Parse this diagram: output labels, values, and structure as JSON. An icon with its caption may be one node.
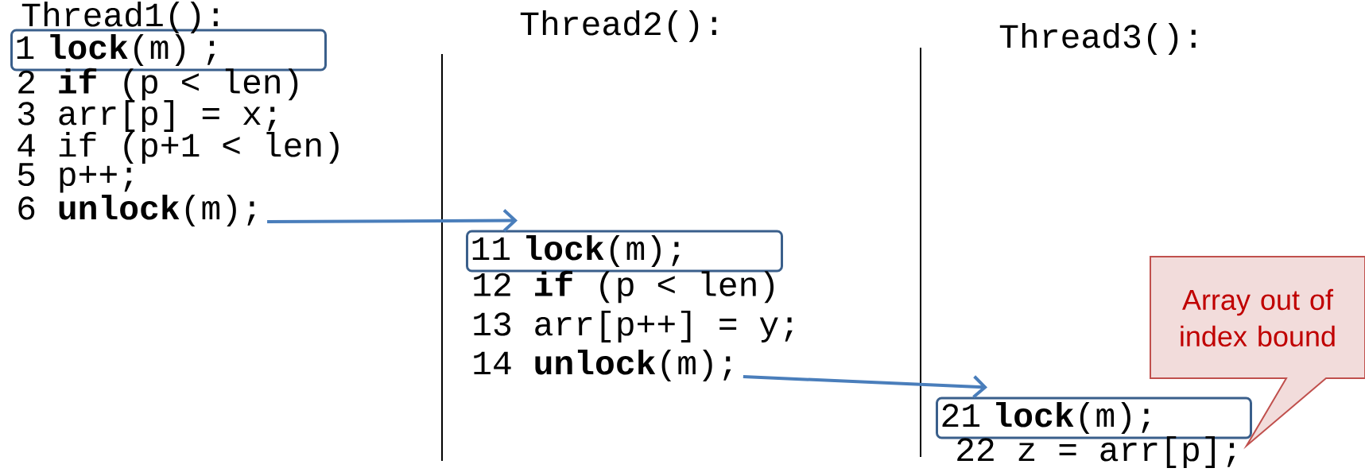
{
  "diagram": {
    "nodes": [
      {
        "text": [
          "1 **lock**(m) ;"
        ]
      },
      {
        "text": [
          "6 **unlock**(m);"
        ]
      },
      {
        "text": [
          "11 **lock**(m);"
        ]
      },
      {
        "text": [
          "14 **unlock**(m);"
        ]
      },
      {
        "text": [
          "21 **lock**(m);"
        ]
      },
      {
        "text": [
          "Array out of index bound"
        ]
      }
    ],
    "edges": [
      {
        "from": 1,
        "to": 2,
        "arrow": "to"
      },
      {
        "from": 3,
        "to": 4,
        "arrow": "to"
      }
    ],
    "labels": [
      "Thread1():",
      "2 **if** (p < len)",
      "3 arr[p] = x;",
      "4 if (p+1 < len)",
      "5 p++;",
      "Thread2():",
      "12 **if** (p < len)",
      "13 arr[p++] = y;",
      "Thread3():",
      "22 z = arr[p];"
    ]
  }
}
